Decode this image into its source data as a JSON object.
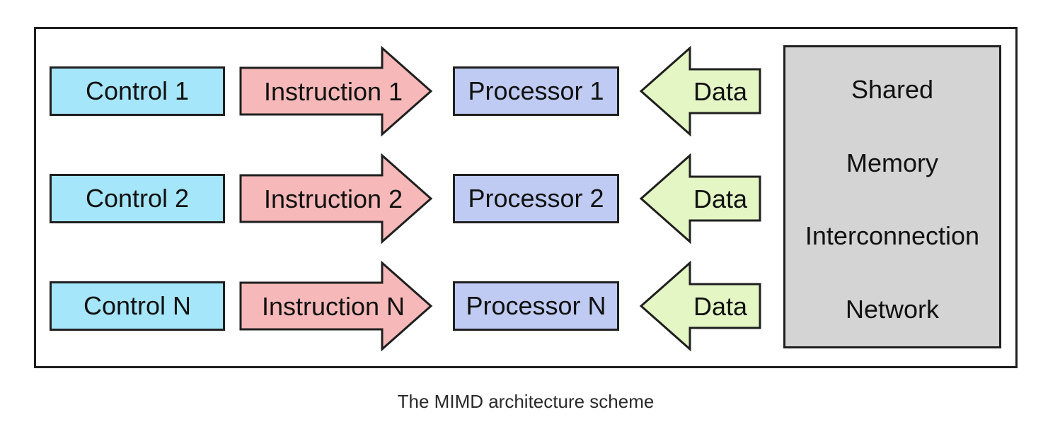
{
  "caption": "The MIMD architecture scheme",
  "rows": [
    {
      "control_label": "Control 1",
      "instruction_label": "Instruction 1",
      "processor_label": "Processor 1",
      "data_label": "Data"
    },
    {
      "control_label": "Control 2",
      "instruction_label": "Instruction 2",
      "processor_label": "Processor 2",
      "data_label": "Data"
    },
    {
      "control_label": "Control N",
      "instruction_label": "Instruction N",
      "processor_label": "Processor N",
      "data_label": "Data"
    }
  ],
  "shared_memory_box": {
    "lines": [
      "Shared",
      "Memory",
      "Interconnection",
      "Network"
    ]
  },
  "colors": {
    "control_fill": "#a6e6fa",
    "instruction_fill": "#f6b8b8",
    "processor_fill": "#bfcbf2",
    "data_fill": "#e3f6c4",
    "shared_memory_fill": "#d4d4d4",
    "outline": "#1f1f1f"
  }
}
